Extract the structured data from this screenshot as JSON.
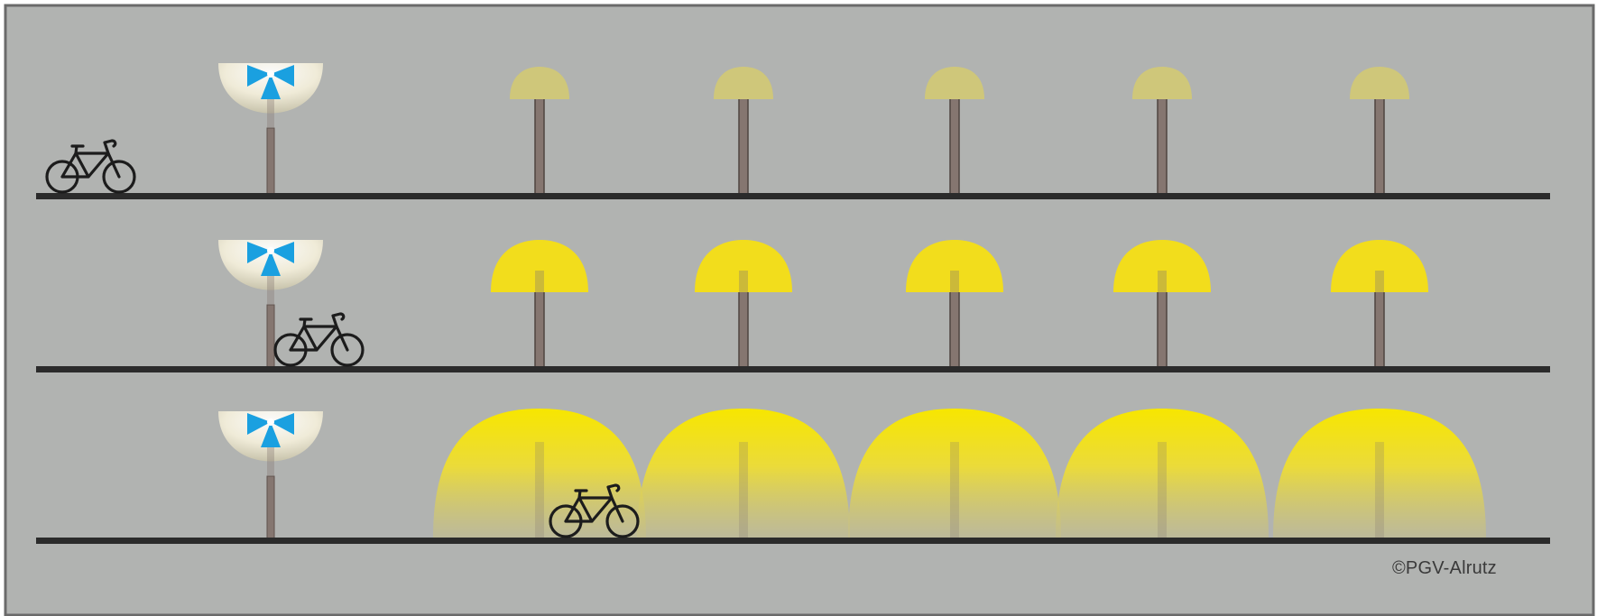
{
  "credit": "©PGV-Alrutz",
  "colors": {
    "background": "#b1b3b1",
    "frame": "#6a6a6a",
    "ground": "#2b2b2b",
    "pole": "#857670",
    "sensor_light": "#f2ecd6",
    "sensor_icon": "#1aa0e0",
    "lamp_dim": "#cfc77a",
    "lamp_mid": "#f2dd1c",
    "lamp_bright": "#f5e400",
    "bicycle": "#1c1c1c"
  },
  "icons": {
    "sensor": "motion-sensor-icon",
    "vehicle": "bicycle-icon"
  },
  "scenes": [
    {
      "stage": 1,
      "lamp_state": "dim",
      "lamp_count": 5,
      "bicycle_position": "before-sensor"
    },
    {
      "stage": 2,
      "lamp_state": "medium",
      "lamp_count": 5,
      "bicycle_position": "at-sensor"
    },
    {
      "stage": 3,
      "lamp_state": "bright",
      "lamp_count": 5,
      "bicycle_position": "under-first-lamp"
    }
  ]
}
